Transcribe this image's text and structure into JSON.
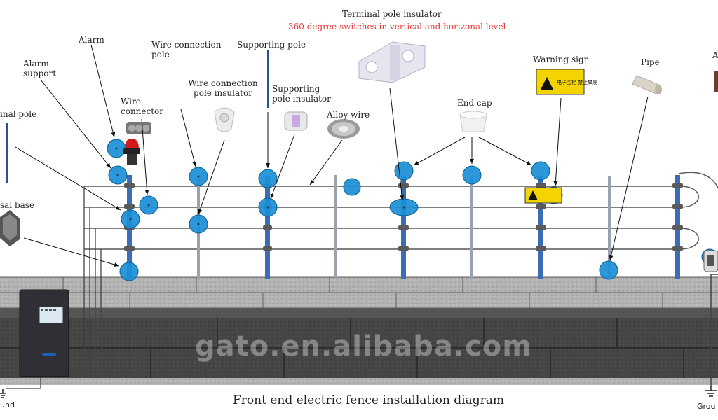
{
  "labels": {
    "terminal_pole_insulator": "Terminal pole insulator",
    "switch_note": "360 degree switches in vertical and horizonal level",
    "alarm": "Alarm",
    "alarm_support": "Alarm support",
    "wire_connection_pole": "Wire connection pole",
    "supporting_pole": "Supporting pole",
    "terminal_pole": "inal pole",
    "wire_connector": "Wire connector",
    "wire_connection_pole_insulator": "Wire connection pole insulator",
    "supporting_pole_insulator": "Supporting pole insulator",
    "alloy_wire": "Alloy wire",
    "end_cap": "End cap",
    "warning_sign": "Warning sign",
    "pipe": "Pipe",
    "universal_base": "sal base",
    "right_cut": "A",
    "ground_left": "und",
    "ground_right": "Grou"
  },
  "sign_text": "电子围栏 禁止攀爬",
  "watermark": "gato.en.alibaba.com",
  "caption": "Front end electric fence installation diagram",
  "colors": {
    "marker_blue": "#1a8fd6",
    "pole_blue": "#3a6db5",
    "wall_light": "#aeaeae",
    "wall_dark": "#3f3f3f",
    "sign_yellow": "#f4d400",
    "label_red": "#e53a3a"
  }
}
